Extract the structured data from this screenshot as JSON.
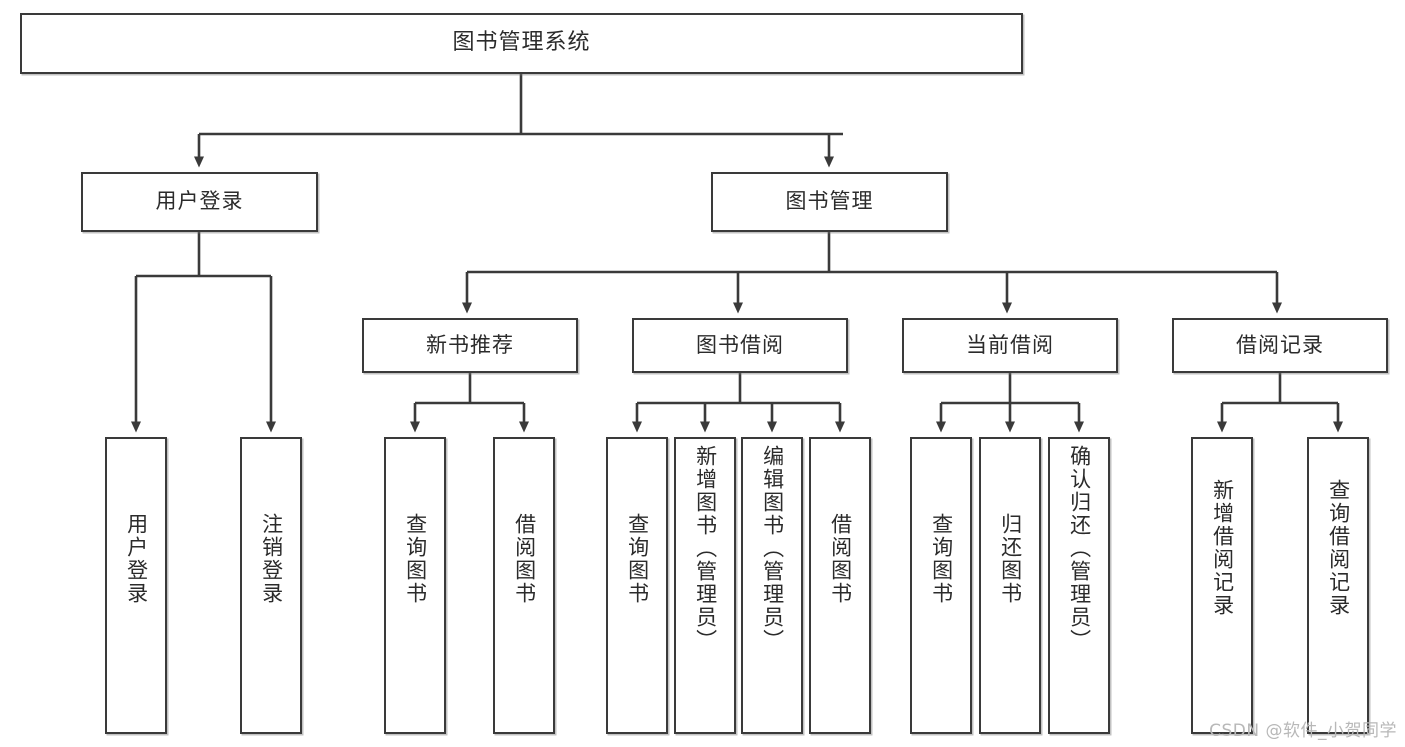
{
  "diagram": {
    "type": "tree",
    "title": "图书管理系统",
    "orientation": "top-down",
    "levels": 4
  },
  "root": {
    "label": "图书管理系统"
  },
  "level2": [
    {
      "id": "user-login",
      "label": "用户登录"
    },
    {
      "id": "book-manage",
      "label": "图书管理"
    }
  ],
  "level3": [
    {
      "id": "new-book-recommend",
      "label": "新书推荐"
    },
    {
      "id": "book-borrow",
      "label": "图书借阅"
    },
    {
      "id": "current-borrow",
      "label": "当前借阅"
    },
    {
      "id": "borrow-record",
      "label": "借阅记录"
    }
  ],
  "leaves": {
    "user_login": [
      {
        "id": "leaf-user-login",
        "label": "用户登录"
      },
      {
        "id": "leaf-logout",
        "label": "注销登录"
      }
    ],
    "new_book_recommend": [
      {
        "id": "leaf-query-book-1",
        "label": "查询图书"
      },
      {
        "id": "leaf-borrow-book-1",
        "label": "借阅图书"
      }
    ],
    "book_borrow": [
      {
        "id": "leaf-query-book-2",
        "label": "查询图书"
      },
      {
        "id": "leaf-add-book",
        "label": "新增图书（管理员）"
      },
      {
        "id": "leaf-edit-book",
        "label": "编辑图书（管理员）"
      },
      {
        "id": "leaf-borrow-book-2",
        "label": "借阅图书"
      }
    ],
    "current_borrow": [
      {
        "id": "leaf-query-book-3",
        "label": "查询图书"
      },
      {
        "id": "leaf-return-book",
        "label": "归还图书"
      },
      {
        "id": "leaf-confirm-return",
        "label": "确认归还（管理员）"
      }
    ],
    "borrow_record": [
      {
        "id": "leaf-add-record",
        "label": "新增借阅记录"
      },
      {
        "id": "leaf-query-record",
        "label": "查询借阅记录"
      }
    ]
  },
  "watermark": {
    "text": "CSDN @软件_小贺同学"
  },
  "colors": {
    "stroke": "#3a3a3a",
    "fill": "#ffffff",
    "text": "#2b2b2b",
    "watermark": "#b8b8b8"
  }
}
